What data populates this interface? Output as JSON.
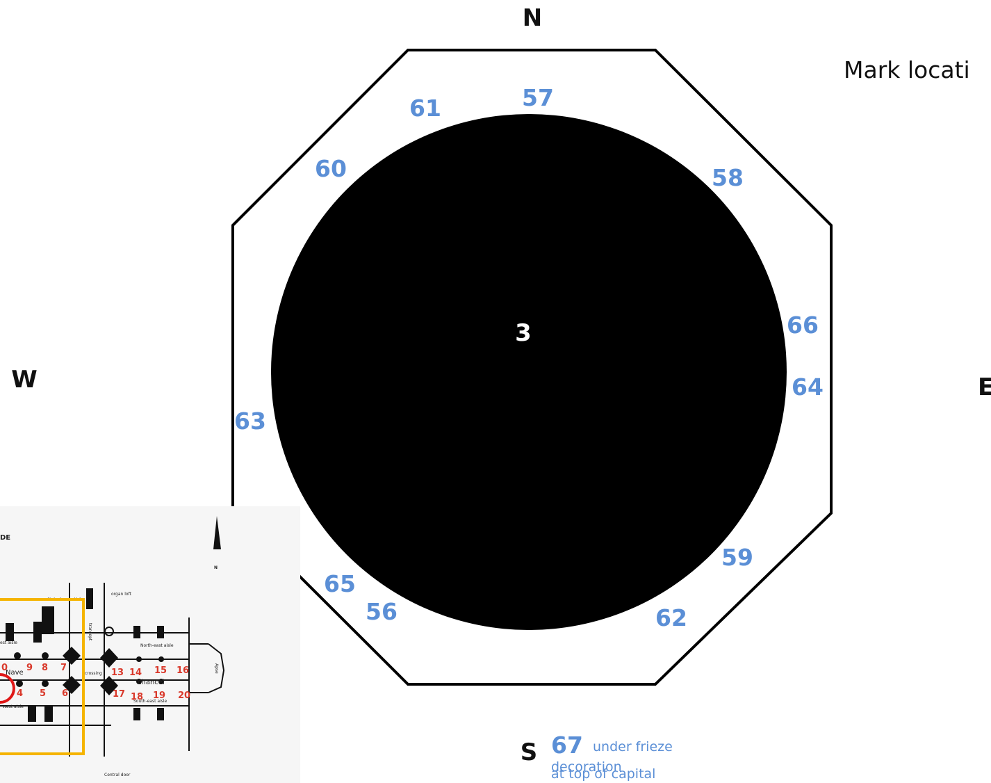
{
  "instruction": "Mark locati",
  "compass": {
    "north": "N",
    "south": "S",
    "east": "E",
    "west": "W"
  },
  "pillar_number": "3",
  "marks": [
    {
      "label": "57"
    },
    {
      "label": "61"
    },
    {
      "label": "60"
    },
    {
      "label": "58"
    },
    {
      "label": "66"
    },
    {
      "label": "64"
    },
    {
      "label": "63"
    },
    {
      "label": "59"
    },
    {
      "label": "65"
    },
    {
      "label": "56"
    },
    {
      "label": "62"
    }
  ],
  "south_mark": {
    "label": "67",
    "note_line1": "under frieze",
    "note_line2": "decoration",
    "note_line3": "at top of capital"
  },
  "colors": {
    "mark_blue": "#5b8fd6",
    "pillar_black": "#000000",
    "plan_red": "#d9392b",
    "highlight_orange": "#f5b400",
    "circle_red": "#e01818"
  },
  "plan": {
    "north_label": "N",
    "title_fragment": "DE",
    "nave_label": "Nave",
    "chancel_label": "chancel",
    "crossing_label": "crossing",
    "transept_label": "transept",
    "apse_label": "Apse",
    "organ_loft_label": "organ loft",
    "st_andrews_label": "St Andrew's Aisle",
    "north_east_aisle_label": "North-east aisle",
    "south_east_aisle_label": "South-east aisle",
    "central_door_label": "Central door",
    "west_aisle_n_label": "est aisle",
    "west_aisle_s_label": "west aisle",
    "numbers": [
      "0",
      "9",
      "8",
      "7",
      "13",
      "14",
      "15",
      "16",
      "4",
      "5",
      "6",
      "17",
      "18",
      "19",
      "20"
    ]
  }
}
